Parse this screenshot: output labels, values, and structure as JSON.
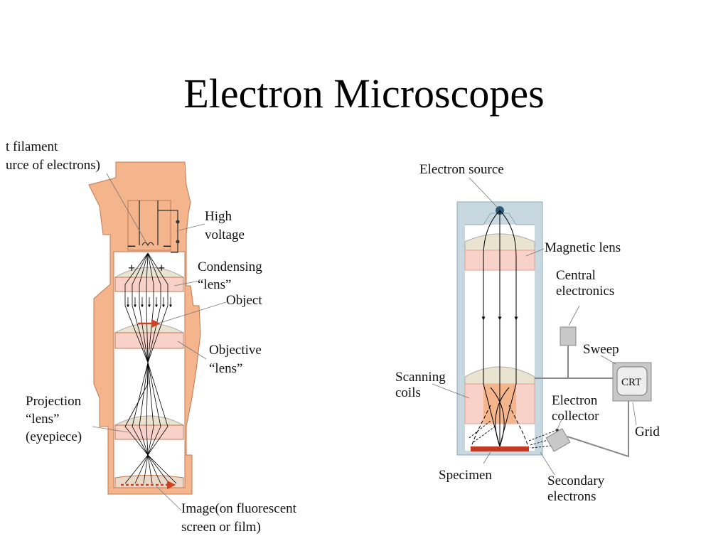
{
  "title": "Electron Microscopes",
  "tem": {
    "filament_line1": "t filament",
    "filament_line2": "urce of electrons)",
    "high_line1": "High",
    "high_line2": "voltage",
    "condensing_line1": "Condensing",
    "condensing_line2": "“lens”",
    "object": "Object",
    "objective_line1": "Objective",
    "objective_line2": "“lens”",
    "projection_line1": "Projection",
    "projection_line2": "“lens”",
    "projection_line3": "(eyepiece)",
    "image_line1": "Image(on fluorescent",
    "image_line2": "screen or film)",
    "minus": "–",
    "plus": "+"
  },
  "sem": {
    "source": "Electron source",
    "magnetic": "Magnetic lens",
    "central_line1": "Central",
    "central_line2": "electronics",
    "sweep": "Sweep",
    "crt": "CRT",
    "scanning_line1": "Scanning",
    "scanning_line2": "coils",
    "collector_line1": "Electron",
    "collector_line2": "collector",
    "grid": "Grid",
    "specimen": "Specimen",
    "secondary_line1": "Secondary",
    "secondary_line2": "electrons"
  },
  "colors": {
    "tem_body": "#f4b48c",
    "lens_pink": "#f8d2c8",
    "lens_cream": "#e9e3d0",
    "sem_frame": "#c8d8e0",
    "arrow_red": "#d04020",
    "specimen_red": "#c03a24",
    "gray_box": "#c8c8c8"
  }
}
